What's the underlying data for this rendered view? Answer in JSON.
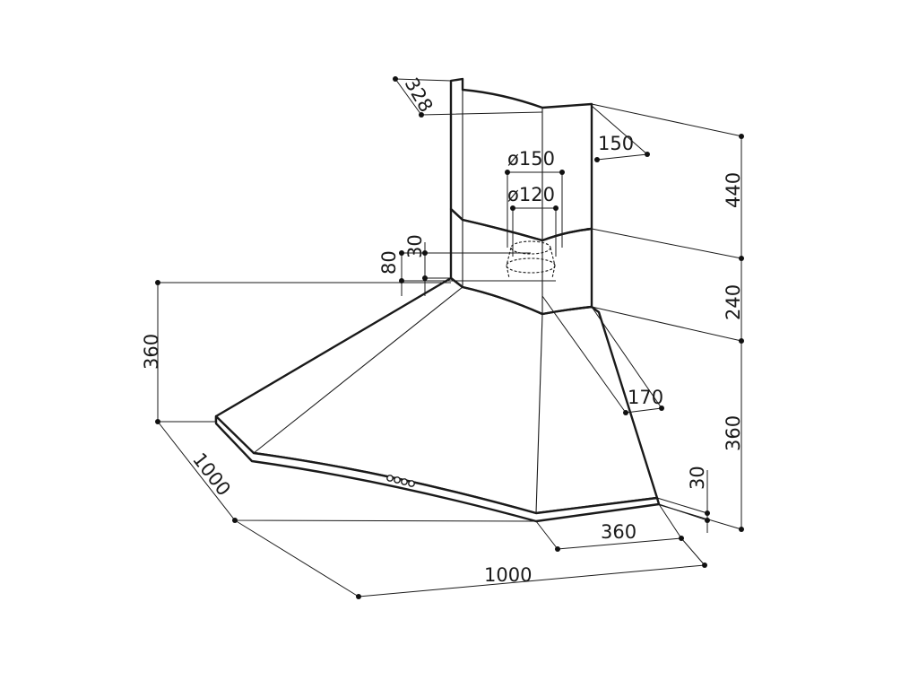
{
  "dimensions": {
    "d328": "328",
    "d150_top": "150",
    "dia150": "ø150",
    "dia120": "ø120",
    "d440": "440",
    "d240": "240",
    "d360_right": "360",
    "d30_right": "30",
    "d170": "170",
    "d30_left": "30",
    "d80": "80",
    "d360_left": "360",
    "d1000_left": "1000",
    "d1000_bottom": "1000",
    "d360_bottom": "360"
  },
  "colors": {
    "line": "#1a1a1a",
    "background": "#ffffff"
  }
}
